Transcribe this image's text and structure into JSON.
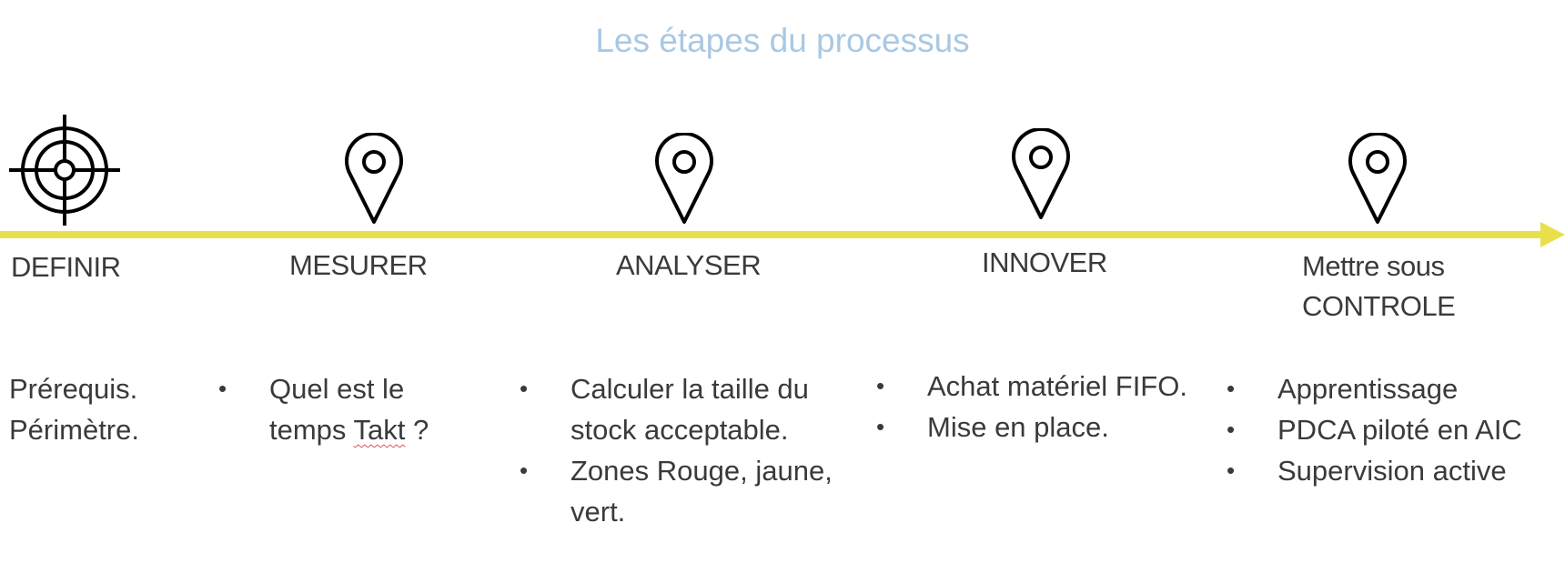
{
  "title": "Les étapes du processus",
  "colors": {
    "title": "#a9c8e3",
    "timeline": "#e8e04a",
    "text": "#3a3a3a",
    "icon": "#000000"
  },
  "steps": [
    {
      "icon": "target-icon",
      "label": [
        "DEFINIR"
      ],
      "items": [
        "Prérequis.",
        "Périmètre."
      ],
      "bulleted": false
    },
    {
      "icon": "map-pin-icon",
      "label": [
        "MESURER"
      ],
      "items": [
        {
          "before": "Quel est le temps ",
          "flagged": "Takt",
          "after": " ?"
        }
      ],
      "bulleted": true
    },
    {
      "icon": "map-pin-icon",
      "label": [
        "ANALYSER"
      ],
      "items": [
        "Calculer la taille du stock acceptable.",
        "Zones Rouge, jaune, vert."
      ],
      "bulleted": true
    },
    {
      "icon": "map-pin-icon",
      "label": [
        "INNOVER"
      ],
      "items": [
        "Achat matériel FIFO.",
        "Mise en place."
      ],
      "bulleted": true
    },
    {
      "icon": "map-pin-icon",
      "label": [
        "Mettre sous",
        "CONTROLE"
      ],
      "items": [
        "Apprentissage",
        "PDCA piloté en AIC",
        "Supervision active"
      ],
      "bulleted": true
    }
  ]
}
